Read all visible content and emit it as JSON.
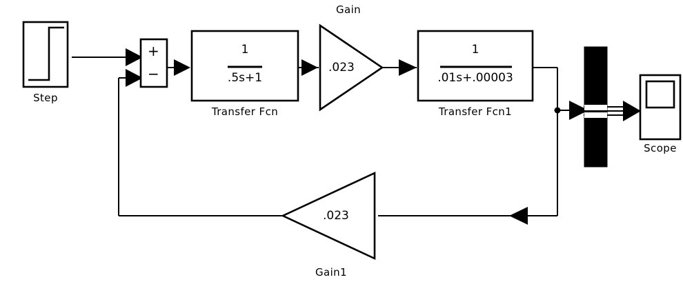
{
  "diagram": {
    "type": "simulink-block-diagram",
    "title": "Closed-loop control system block diagram",
    "stroke_color": "#000000",
    "fill_color": "#ffffff",
    "background": "#ffffff",
    "blocks": [
      {
        "id": "step",
        "kind": "step-source",
        "label": "Step",
        "ports_in": 0,
        "ports_out": 1
      },
      {
        "id": "sum",
        "kind": "sum-junction",
        "label": "",
        "signs": [
          "+",
          "−"
        ],
        "ports_in": 2,
        "ports_out": 1
      },
      {
        "id": "transfer-fcn",
        "kind": "transfer-function",
        "label": "Transfer Fcn",
        "numerator": "1",
        "denominator": ".5s+1",
        "ports_in": 1,
        "ports_out": 1
      },
      {
        "id": "gain",
        "kind": "gain",
        "label": "Gain",
        "value": ".023",
        "orientation": "right",
        "ports_in": 1,
        "ports_out": 1
      },
      {
        "id": "transfer-fcn1",
        "kind": "transfer-function",
        "label": "Transfer Fcn1",
        "numerator": "1",
        "denominator": ".01s+.00003",
        "ports_in": 1,
        "ports_out": 1
      },
      {
        "id": "mux",
        "kind": "mux",
        "label": "",
        "ports_in": 1,
        "ports_out": 1
      },
      {
        "id": "scope",
        "kind": "scope-sink",
        "label": "Scope",
        "ports_in": 1,
        "ports_out": 0
      },
      {
        "id": "gain1",
        "kind": "gain",
        "label": "Gain1",
        "value": ".023",
        "orientation": "left",
        "ports_in": 1,
        "ports_out": 1
      }
    ],
    "signals": [
      {
        "from": "step",
        "to": "sum",
        "port": "+"
      },
      {
        "from": "sum",
        "to": "transfer-fcn",
        "port": "in"
      },
      {
        "from": "transfer-fcn",
        "to": "gain",
        "port": "in"
      },
      {
        "from": "gain",
        "to": "transfer-fcn1",
        "port": "in"
      },
      {
        "from": "transfer-fcn1",
        "to": "mux",
        "port": "in"
      },
      {
        "from": "mux",
        "to": "scope",
        "port": "in"
      },
      {
        "from": "transfer-fcn1",
        "to": "gain1",
        "port": "in"
      },
      {
        "from": "gain1",
        "to": "sum",
        "port": "−"
      }
    ]
  },
  "labels": {
    "step": "Step",
    "transfer_fcn": "Transfer Fcn",
    "gain": "Gain",
    "transfer_fcn1": "Transfer Fcn1",
    "gain1": "Gain1",
    "scope": "Scope"
  },
  "values": {
    "tf_num": "1",
    "tf_den": ".5s+1",
    "tf1_num": "1",
    "tf1_den": ".01s+.00003",
    "gain_value": ".023",
    "gain1_value": ".023",
    "sum_plus": "+",
    "sum_minus": "−"
  }
}
